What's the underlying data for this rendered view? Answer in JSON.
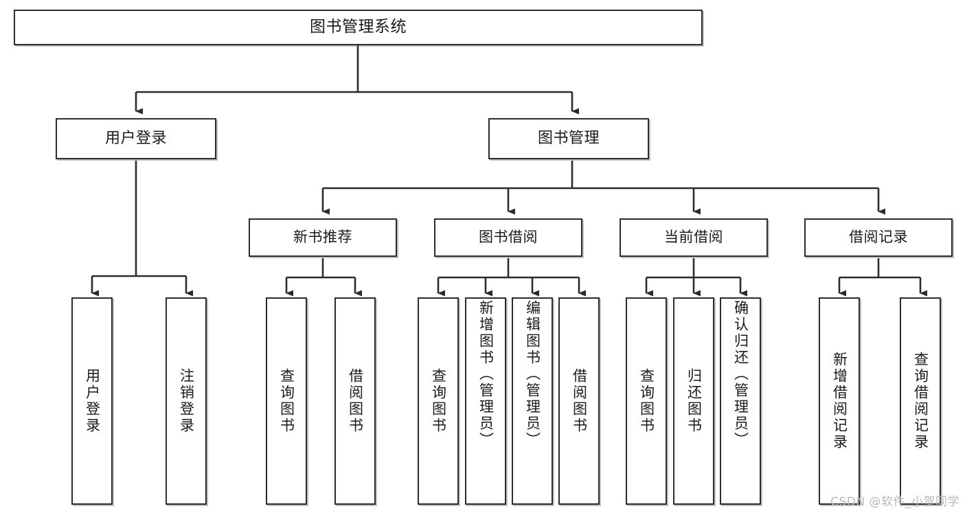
{
  "diagram": {
    "title": "图书管理系统",
    "type": "tree",
    "watermark": "CSDN @软件_小贺同学",
    "colors": {
      "box_border": "#2b2b2b",
      "box_fill": "#ffffff",
      "connector": "#2b2b2b",
      "text": "#1a1a1a",
      "watermark": "#b9b9b9",
      "background": "#ffffff"
    },
    "root": {
      "label": "图书管理系统"
    },
    "level1": [
      {
        "label": "用户登录"
      },
      {
        "label": "图书管理"
      }
    ],
    "level2": [
      {
        "label": "新书推荐"
      },
      {
        "label": "图书借阅"
      },
      {
        "label": "当前借阅"
      },
      {
        "label": "借阅记录"
      }
    ],
    "leaves": {
      "user_login": [
        {
          "label": "用户登录"
        },
        {
          "label": "注销登录"
        }
      ],
      "new_book_recommend": [
        {
          "label": "查询图书"
        },
        {
          "label": "借阅图书"
        }
      ],
      "book_borrow": [
        {
          "label": "查询图书"
        },
        {
          "label": "新增图书（管理员）"
        },
        {
          "label": "编辑图书（管理员）"
        },
        {
          "label": "借阅图书"
        }
      ],
      "current_borrow": [
        {
          "label": "查询图书"
        },
        {
          "label": "归还图书"
        },
        {
          "label": "确认归还（管理员）"
        }
      ],
      "borrow_record": [
        {
          "label": "新增借阅记录"
        },
        {
          "label": "查询借阅记录"
        }
      ]
    }
  }
}
